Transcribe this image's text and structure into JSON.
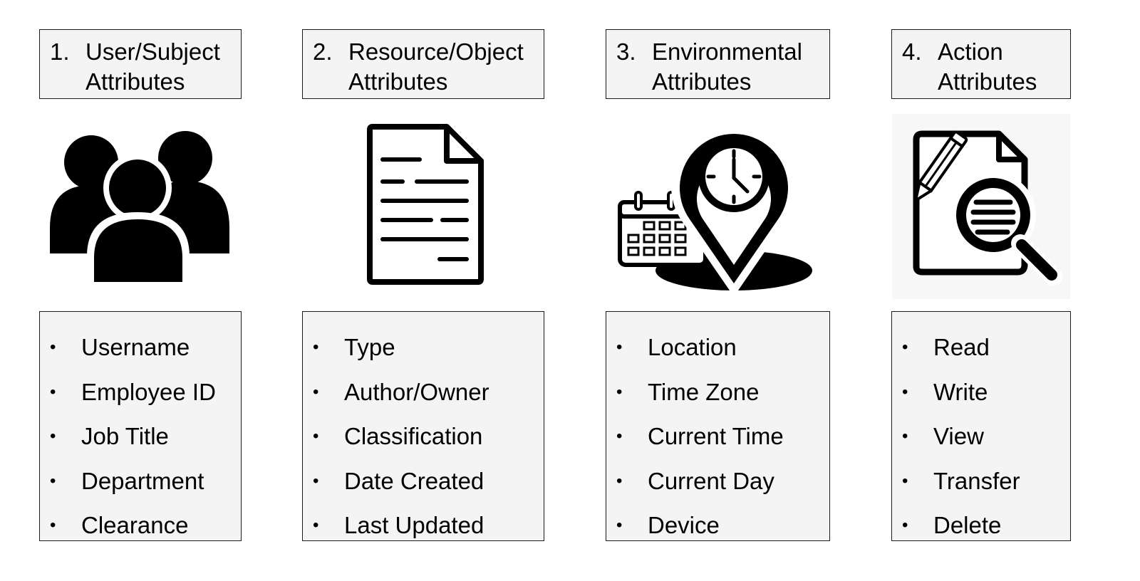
{
  "columns": [
    {
      "number": "1.",
      "title_line1": "User/Subject",
      "title_line2": "Attributes",
      "icon": "users-group-icon",
      "items": [
        "Username",
        "Employee ID",
        "Job Title",
        "Department",
        "Clearance"
      ]
    },
    {
      "number": "2.",
      "title_line1": "Resource/Object",
      "title_line2": "Attributes",
      "icon": "document-icon",
      "items": [
        "Type",
        "Author/Owner",
        "Classification",
        "Date Created",
        "Last Updated"
      ]
    },
    {
      "number": "3.",
      "title_line1": "Environmental",
      "title_line2": "Attributes",
      "icon": "location-clock-calendar-icon",
      "items": [
        "Location",
        "Time Zone",
        "Current Time",
        "Current Day",
        "Device"
      ]
    },
    {
      "number": "4.",
      "title_line1": "Action",
      "title_line2": "Attributes",
      "icon": "document-edit-search-icon",
      "items": [
        "Read",
        "Write",
        "View",
        "Transfer",
        "Delete"
      ]
    }
  ],
  "bullet": "•",
  "colors": {
    "box_fill": "#f3f4f3",
    "box_border": "#1a1a1a",
    "icon": "#000000"
  }
}
